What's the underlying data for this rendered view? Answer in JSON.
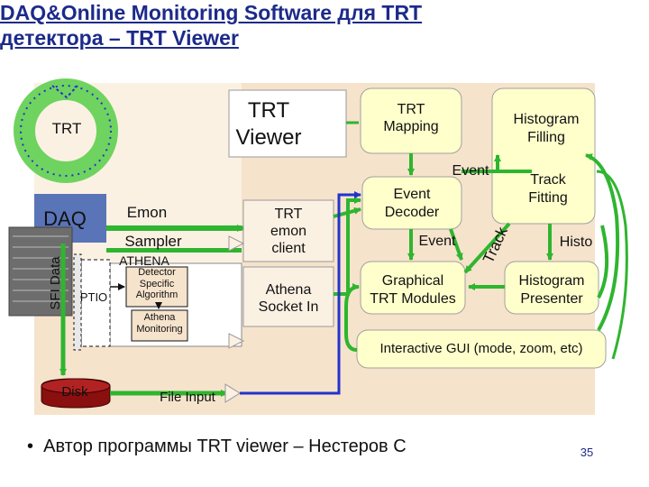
{
  "title": {
    "line1": "DAQ&Online Monitoring Software для  TRT",
    "line2": "детектора – TRT Viewer"
  },
  "diagram": {
    "trt_ring": "TRT",
    "daq": "DAQ",
    "sfi_data": "SFI Data",
    "emon": "Emon",
    "sampler": "Sampler",
    "athena": "ATHENA",
    "ptio": "PTIO",
    "detector_specific": [
      "Detector",
      "Specific",
      "Algorithm"
    ],
    "athena_monitoring": [
      "Athena",
      "Monitoring"
    ],
    "disk": "Disk",
    "file_input": "File Input",
    "trt_viewer": [
      "TRT",
      "Viewer"
    ],
    "trt_emon_client": [
      "TRT",
      "emon",
      "client"
    ],
    "athena_socket_in": [
      "Athena",
      "Socket In"
    ],
    "trt_mapping": [
      "TRT",
      "Mapping"
    ],
    "histogram_filling": [
      "Histogram",
      "Filling"
    ],
    "event_top": "Event",
    "event_decoder": [
      "Event",
      "Decoder"
    ],
    "track_fitting": [
      "Track",
      "Fitting"
    ],
    "event_mid": "Event",
    "track_vertical": "Track",
    "histo": "Histo",
    "graphical_trt_modules": [
      "Graphical",
      "TRT Modules"
    ],
    "histogram_presenter": [
      "Histogram",
      "Presenter"
    ],
    "interactive_gui": "Interactive GUI (mode, zoom, etc)"
  },
  "bullet": "Автор  программы  TRT viewer – Нестеров С",
  "page_number": "35",
  "colors": {
    "title": "#1c2a8a",
    "panel": "#f6e3cc",
    "node_fill": "#ffffcc",
    "node_stroke": "#9a9a9a",
    "green_arrow": "#2fb52f",
    "blue_arrow": "#2233cc",
    "ring": "#6fd35f",
    "daq_box": "#5a74b8",
    "disk": "#8a0f0f"
  }
}
